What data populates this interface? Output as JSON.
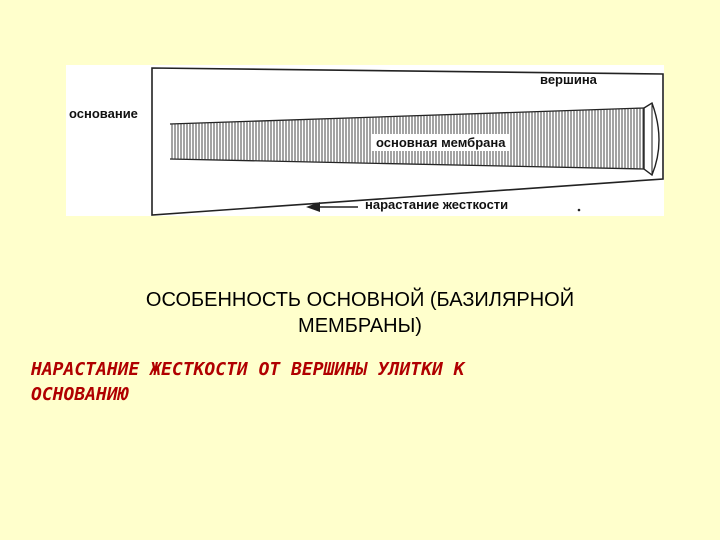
{
  "diagram": {
    "labels": {
      "base": "основание",
      "apex": "вершина",
      "membrane": "основная мембрана",
      "stiffness": "нарастание жесткости"
    }
  },
  "heading": {
    "line1": "ОСОБЕННОСТЬ ОСНОВНОЙ (БАЗИЛЯРНОЙ",
    "line2": "МЕМБРАНЫ)"
  },
  "subheading": {
    "line1": "НАРАСТАНИЕ ЖЕСТКОСТИ ОТ ВЕРШИНЫ УЛИТКИ К",
    "line2": "ОСНОВАНИЮ"
  },
  "colors": {
    "background": "#ffffcc",
    "accent_text": "#b00000"
  }
}
